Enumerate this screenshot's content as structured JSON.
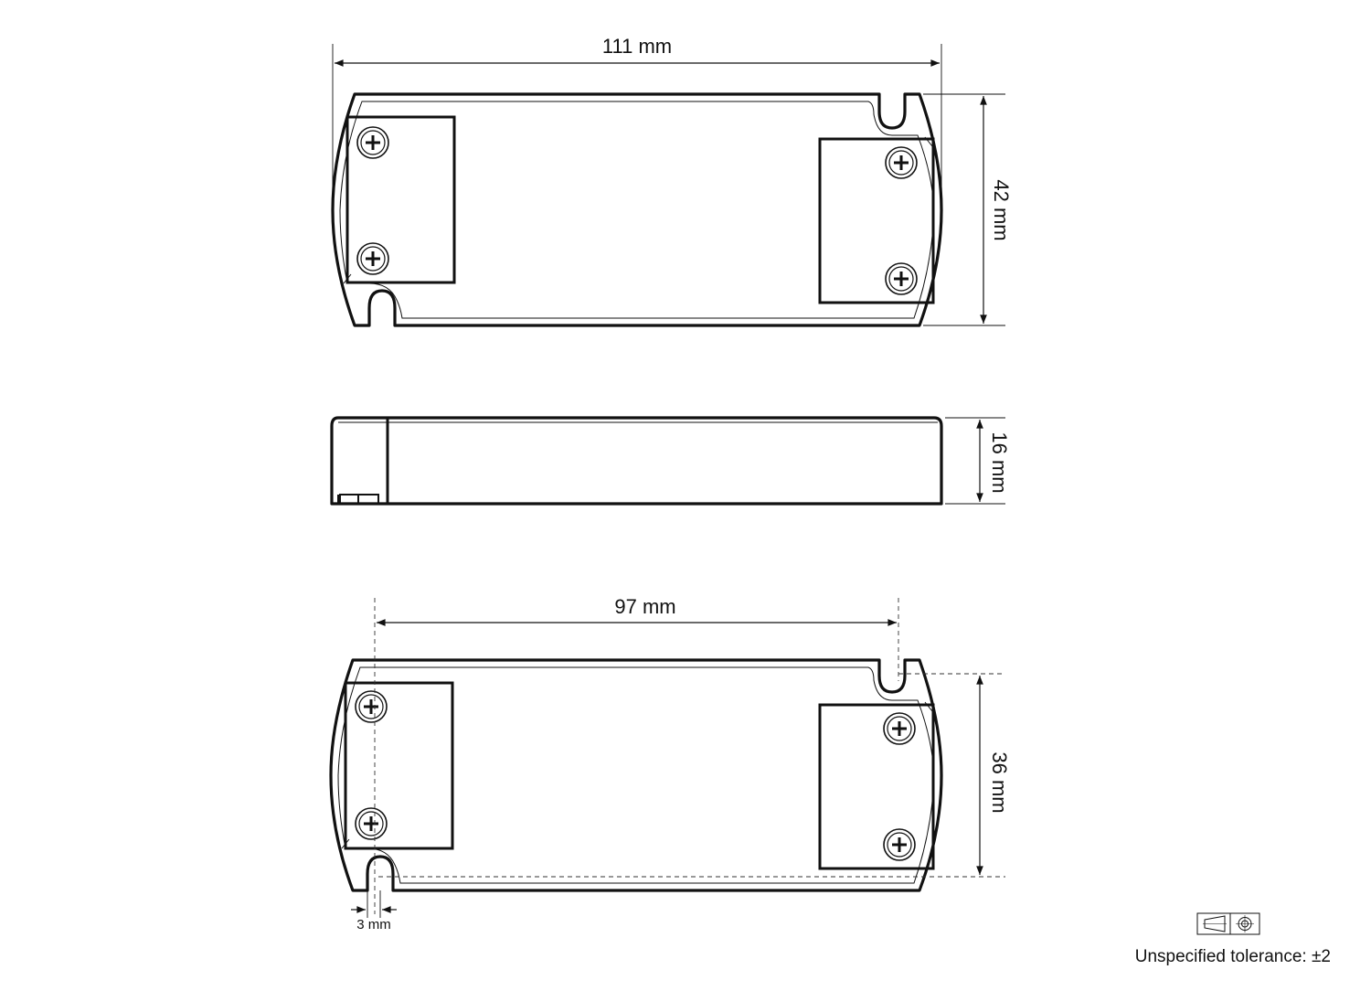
{
  "dimensions": {
    "top_length": "111 mm",
    "top_width": "42 mm",
    "side_height": "16 mm",
    "bottom_hole_spacing": "97 mm",
    "bottom_hole_span": "36 mm",
    "slot_width": "3 mm"
  },
  "tolerance": {
    "text": "Unspecified tolerance: ±2",
    "symbol": "first-angle-projection-icon"
  },
  "colors": {
    "line": "#111111",
    "background": "#ffffff"
  }
}
